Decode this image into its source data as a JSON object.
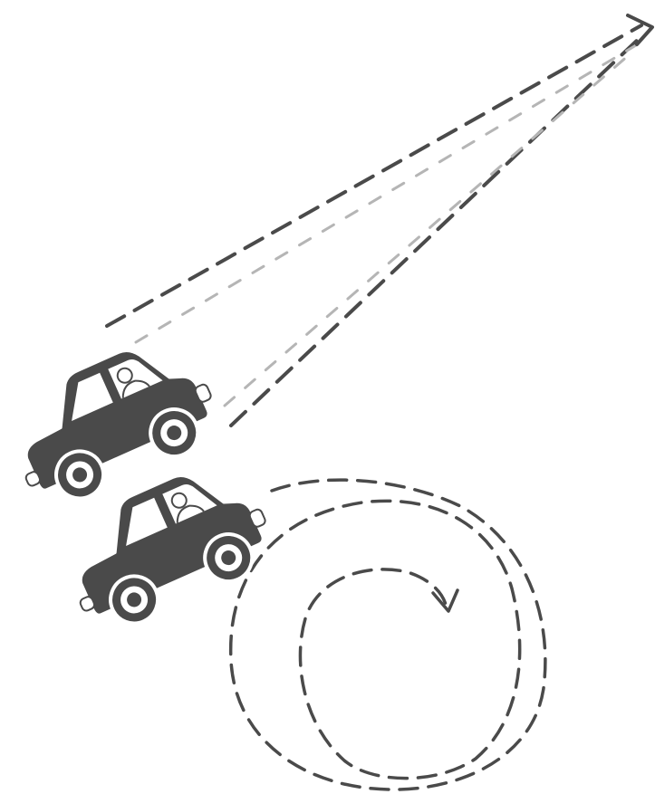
{
  "image": {
    "elements": {
      "cars": [
        "car-top",
        "car-bottom"
      ],
      "paths": [
        "straight-path",
        "spiral-path"
      ]
    },
    "colors": {
      "background": "#ffffff",
      "car": "#4a4a4a",
      "strong_line": "#4a4a4a",
      "faint_line": "#b5b5b5"
    },
    "icons": {
      "car": "car-icon",
      "straight_arrow": "arrow-up-right-icon",
      "spiral_arrow": "spiral-arrow-icon"
    }
  }
}
